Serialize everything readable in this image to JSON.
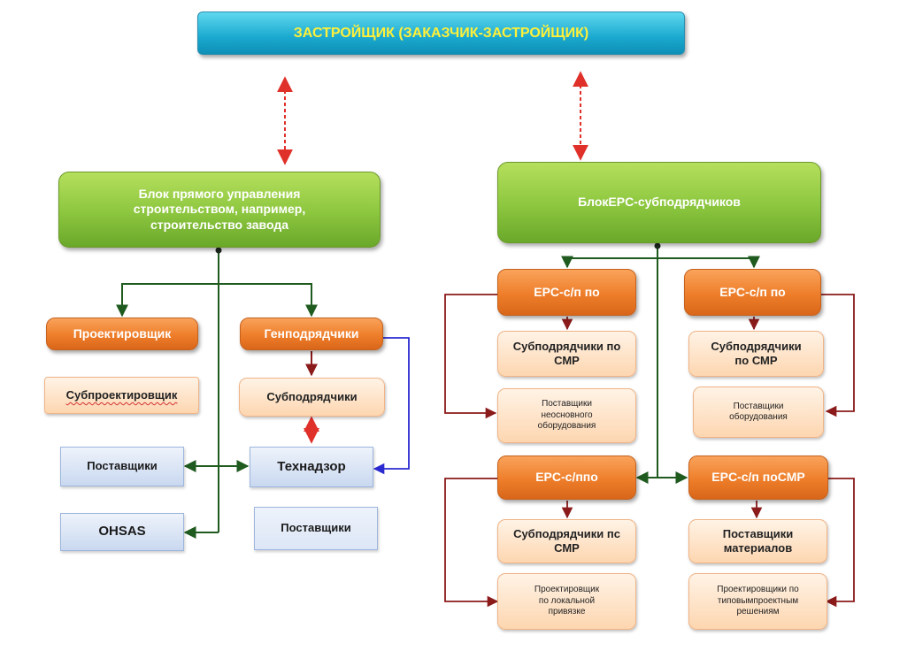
{
  "developer": "ЗАСТРОЙЩИК (ЗАКАЗЧИК-ЗАСТРОЙЩИК)",
  "left_block": {
    "title": "Блок прямого управления\nстроительством,  например,\nстроительство  завода",
    "designer": "Проектировщик",
    "subdesigner": "Субпроектировщик",
    "general_contractor": "Генподрядчики",
    "subcontractors": "Субподрядчики",
    "suppliers_left": "Поставщики",
    "technical_supervision": "Технадзор",
    "ohsas": "OHSAS",
    "suppliers_right": "Поставщики"
  },
  "right_block": {
    "title": "БлокEPC-субподрядчиков",
    "epc1": "EPC-с/п по",
    "epc1_sub": "Субподрядчики по\nСМР",
    "epc1_supp": "Поставщики\nнеосновного\nоборудования",
    "epc2": "EPC-с/п по",
    "epc2_sub": "Субподрядчики\nпо СМР",
    "epc2_supp": "Поставщики\nоборудования",
    "epc3": "EPC-с/ппо",
    "epc3_sub": "Субподрядчики пс\nСМР",
    "epc3_design": "Проектировщик\nпо локальной\nпривязке",
    "epc4": "EPC-с/п поСМР",
    "epc4_supp": "Поставщики\nматериалов",
    "epc4_design": "Проектировщики по\nтиповымпроектным\nрешениям"
  },
  "colors": {
    "top_fill": "#1aa9cf",
    "top_text": "#fff03a",
    "green_fill": "#8cc63f",
    "orange_fill": "#ee7e2a",
    "peach_fill": "#fdd6b0",
    "blue_fill": "#c9d8f0",
    "connector_green": "#1f5a1f",
    "connector_maroon": "#8b1a1a",
    "connector_blue": "#2a2ad0",
    "dashed_red": "#e0302a"
  }
}
